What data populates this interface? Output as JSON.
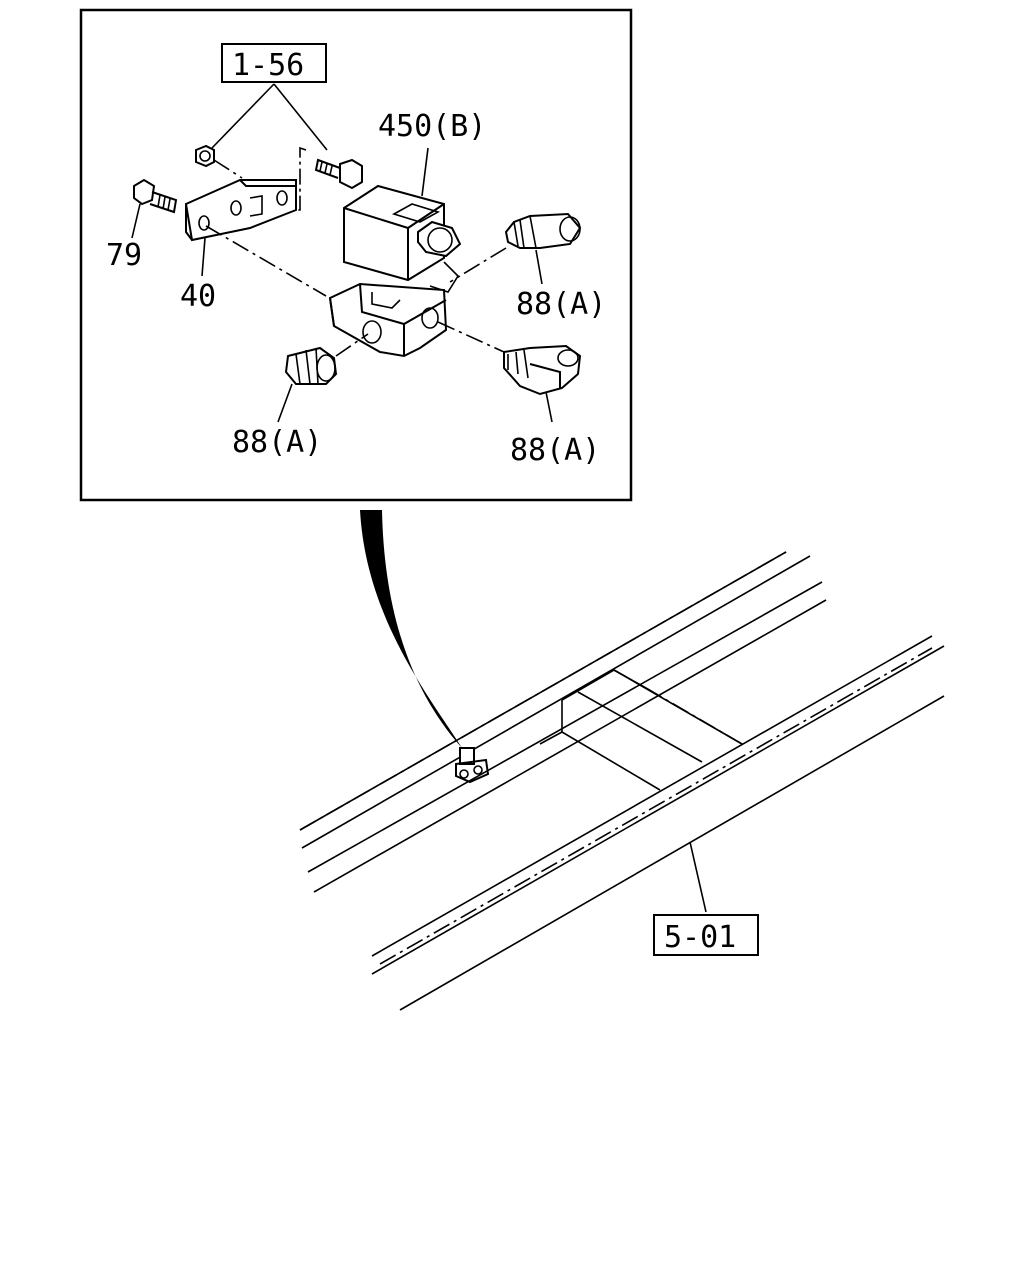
{
  "diagram": {
    "labels": {
      "ref_1_56": "1-56",
      "part_450b": "450(B)",
      "part_79": "79",
      "part_40": "40",
      "part_88a_1": "88(A)",
      "part_88a_2": "88(A)",
      "part_88a_3": "88(A)",
      "ref_5_01": "5-01"
    }
  }
}
